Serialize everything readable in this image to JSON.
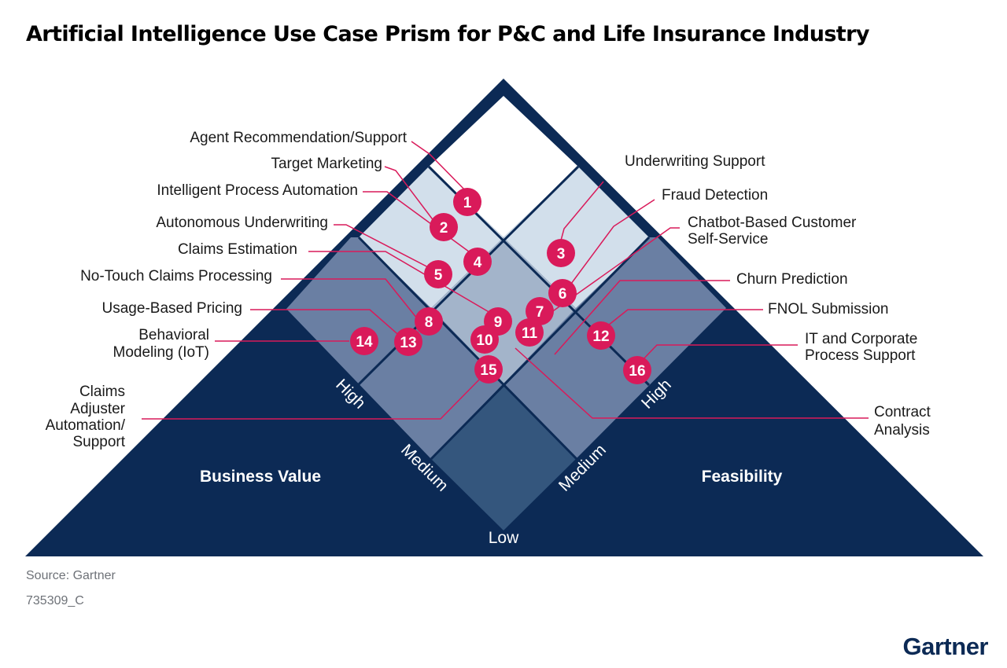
{
  "title": "Artificial Intelligence Use Case Prism for P&C and Life Insurance Industry",
  "axes": {
    "left_label": "Business Value",
    "right_label": "Feasibility",
    "bottom_label": "Low",
    "left_high": "High",
    "left_medium": "Medium",
    "right_high": "High",
    "right_medium": "Medium"
  },
  "use_cases": [
    {
      "num": "1",
      "lines": [
        "Agent Recommendation/Support"
      ]
    },
    {
      "num": "2",
      "lines": [
        "Target Marketing"
      ]
    },
    {
      "num": "3",
      "lines": [
        "Underwriting Support"
      ]
    },
    {
      "num": "4",
      "lines": [
        "Intelligent Process Automation"
      ]
    },
    {
      "num": "5",
      "lines": [
        "Autonomous Underwriting"
      ]
    },
    {
      "num": "6",
      "lines": [
        "Fraud Detection"
      ]
    },
    {
      "num": "7",
      "lines": [
        "Chatbot-Based Customer",
        "Self-Service"
      ]
    },
    {
      "num": "8",
      "lines": [
        "Usage-Based Pricing"
      ]
    },
    {
      "num": "9",
      "lines": [
        "Claims Estimation"
      ]
    },
    {
      "num": "10",
      "lines": [
        "Contract",
        "Analysis"
      ]
    },
    {
      "num": "11",
      "lines": [
        "Churn Prediction"
      ]
    },
    {
      "num": "12",
      "lines": [
        "FNOL Submission"
      ]
    },
    {
      "num": "13",
      "lines": [
        "No-Touch Claims Processing"
      ]
    },
    {
      "num": "14",
      "lines": [
        "Behavioral",
        "Modeling (IoT)"
      ]
    },
    {
      "num": "15",
      "lines": [
        "Claims",
        "Adjuster",
        "Automation/",
        "Support"
      ]
    },
    {
      "num": "16",
      "lines": [
        "IT and Corporate",
        "Process Support"
      ]
    }
  ],
  "colors": {
    "navy": "#0c2a55",
    "marker": "#d91a5a",
    "zone_light": "#d2dfeb",
    "zone_mid": "#a3b4ca",
    "zone_medium": "#6a7fa3",
    "zone_low": "#34567d"
  },
  "source": "Source: Gartner",
  "code": "735309_C",
  "logo": "Gartner"
}
